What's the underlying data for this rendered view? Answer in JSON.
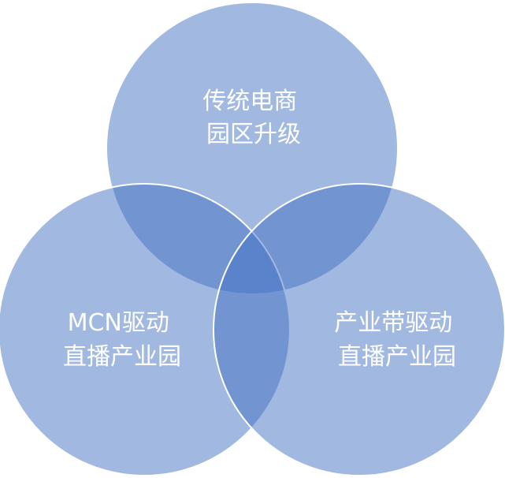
{
  "diagram": {
    "type": "venn",
    "fill_color": "#4472C4",
    "stroke_color": "#FFFFFF",
    "sets": [
      {
        "id": "top",
        "lines": [
          "传统电商",
          "园区升级"
        ]
      },
      {
        "id": "left",
        "lines": [
          "MCN驱动",
          "直播产业园"
        ]
      },
      {
        "id": "right",
        "lines": [
          "产业带驱动",
          "直播产业园"
        ]
      }
    ]
  }
}
